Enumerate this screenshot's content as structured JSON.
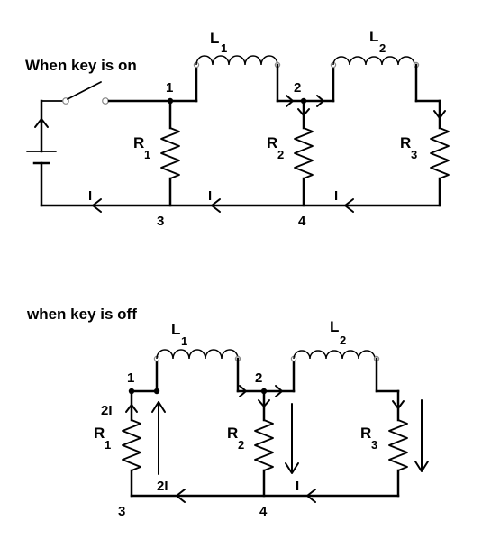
{
  "top": {
    "caption": "When key is on",
    "L1": {
      "main": "L",
      "sub": "1"
    },
    "L2": {
      "main": "L",
      "sub": "2"
    },
    "R1": {
      "main": "R",
      "sub": "1"
    },
    "R2": {
      "main": "R",
      "sub": "2"
    },
    "R3": {
      "main": "R",
      "sub": "3"
    },
    "node1": "1",
    "node2": "2",
    "node3": "3",
    "node4": "4",
    "current_left": "I",
    "current_mid": "I",
    "current_right": "I"
  },
  "bottom": {
    "caption": "when key is off",
    "L1": {
      "main": "L",
      "sub": "1"
    },
    "L2": {
      "main": "L",
      "sub": "2"
    },
    "R1": {
      "main": "R",
      "sub": "1"
    },
    "R2": {
      "main": "R",
      "sub": "2"
    },
    "R3": {
      "main": "R",
      "sub": "3"
    },
    "node1": "1",
    "node2": "2",
    "node3": "3",
    "node4": "4",
    "current_r1": "2I",
    "current_bottom_left": "2I",
    "current_bottom_right": "I"
  }
}
